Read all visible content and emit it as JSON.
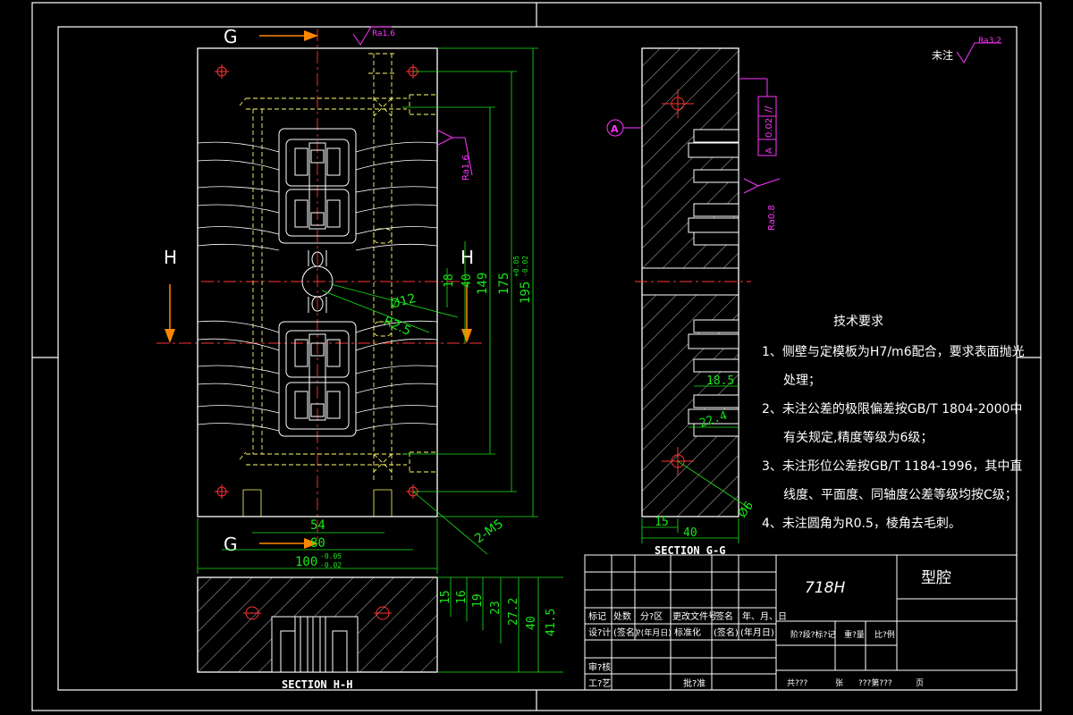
{
  "colors": {
    "background": "#000000",
    "outline": "#ffffff",
    "dimension": "#00ff00",
    "centerline": "#ff3333",
    "hidden": "#ffff66",
    "annotation": "#ff33ff",
    "section_arrow": "#ff8800",
    "hatch": "#b5b5b5"
  },
  "section_marks": {
    "g_top": "G",
    "g_bottom": "G",
    "h_left": "H",
    "h_right": "H"
  },
  "roughness": {
    "top": "Ra1.6",
    "right_face": "Ra1.6",
    "side_view": "Ra0.8",
    "default_prefix": "未注",
    "default_value": "Ra3.2"
  },
  "tolerance_frame": {
    "symbol": "//",
    "value": "0.02",
    "datum": "A",
    "datum_marker": "A"
  },
  "dims_main": {
    "d18": "18",
    "d40": "40",
    "d149": "149",
    "d175": "175",
    "d195": "195",
    "d195_tol_up": "+0.05",
    "d195_tol_low": "-0.02",
    "phi12": "Ø12",
    "r25": "R2.5",
    "d54": "54",
    "d80": "80",
    "d100": "100",
    "d100_tol_up": "-0.05",
    "d100_tol_low": "-0.02",
    "holes": "2-M5"
  },
  "dims_section_h": {
    "d15": "15",
    "d16": "16",
    "d19": "19",
    "d23": "23",
    "d272": "27.2",
    "d40": "40",
    "d415": "41.5"
  },
  "dims_section_g": {
    "d185": "18.5",
    "d224": "22.4",
    "d15": "15",
    "d40": "40",
    "phi6": "Ø6"
  },
  "section_labels": {
    "hh": "SECTION  H-H",
    "gg": "SECTION  G-G"
  },
  "requirements": {
    "title": "技术要求",
    "lines": [
      "1、侧壁与定模板为H7/m6配合，要求表面抛光",
      "处理；",
      "2、未注公差的极限偏差按GB/T 1804-2000中",
      "有关规定,精度等级为6级；",
      "3、未注形位公差按GB/T 1184-1996，其中直",
      "线度、平面度、同轴度公差等级均按C级；",
      "4、未注圆角为R0.5，棱角去毛刺。"
    ]
  },
  "title_block": {
    "material": "718H",
    "part_name": "型腔",
    "row1": [
      "标记",
      "处数",
      "分?区",
      "更改文件号",
      "签名",
      "年、月、日"
    ],
    "row2": [
      "设?计",
      "(签名)",
      "?(年月日)",
      "标准化",
      "(签名)",
      "(年月日)"
    ],
    "row3_left": "审?核",
    "row4": [
      "工?艺",
      "批?准"
    ],
    "stage_headers": [
      "阶?段?标?记",
      "重?量",
      "比?例"
    ],
    "sheet_info": [
      "共???",
      "张",
      "???第???",
      "页"
    ]
  }
}
